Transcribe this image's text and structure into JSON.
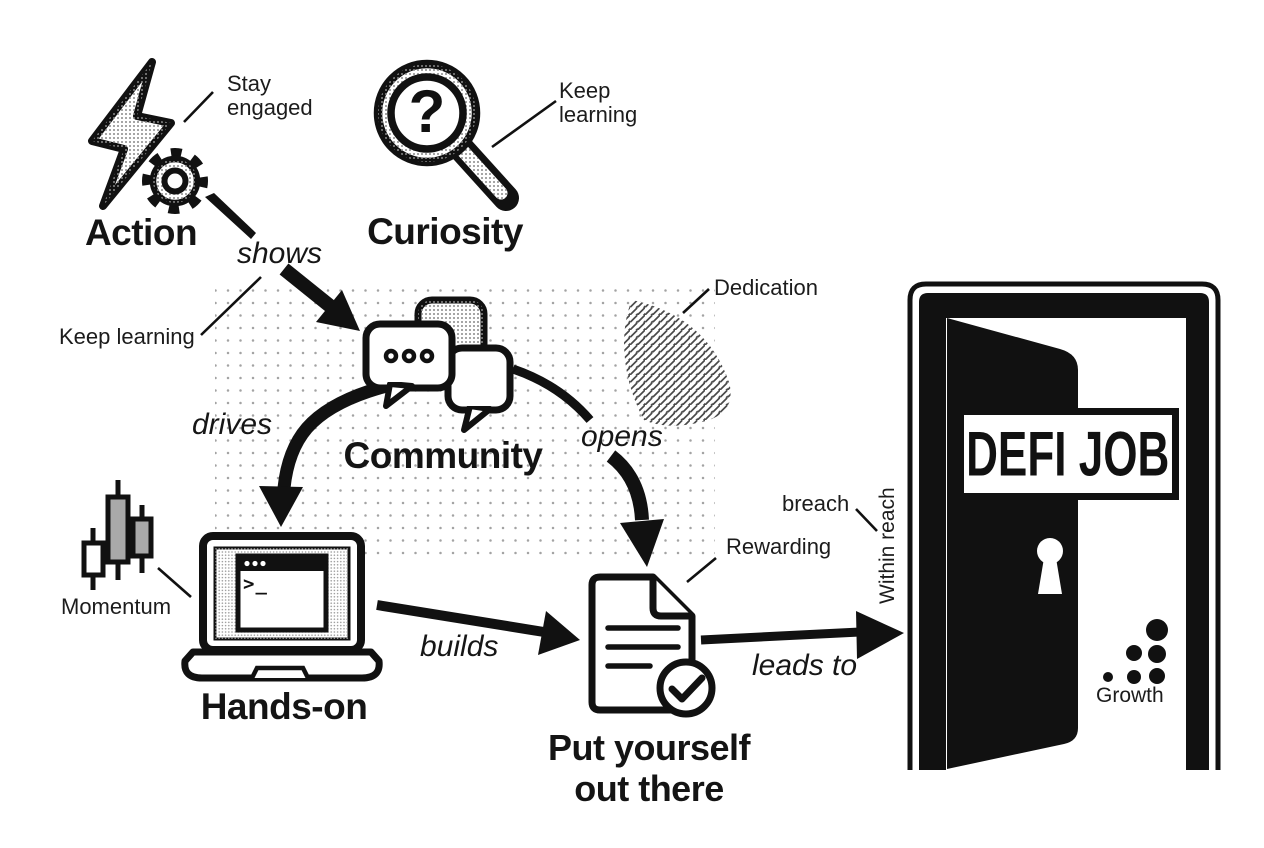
{
  "title": "DeFi job roadmap diagram",
  "diagram": {
    "nodes": {
      "action": {
        "label": "Action"
      },
      "curiosity": {
        "label": "Curiosity"
      },
      "community": {
        "label": "Community"
      },
      "hands_on": {
        "label": "Hands-on"
      },
      "put_yourself_out_there": {
        "label": "Put yourself out there"
      },
      "defi_job": {
        "label": "DEFI JOB"
      }
    },
    "edge_labels": {
      "shows": "shows",
      "drives": "drives",
      "opens": "opens",
      "builds": "builds",
      "leads_to": "leads to"
    },
    "annotations": {
      "stay_engaged": "Stay engaged",
      "keep_learning_top": "Keep learning",
      "keep_learning_left": "Keep learning",
      "dedication": "Dedication",
      "momentum": "Momentum",
      "rewarding": "Rewarding",
      "breach": "breach",
      "within_reach": "Within reach",
      "growth": "Growth"
    },
    "icon_glyphs": {
      "question_mark": "?",
      "terminal_prompt": ">_"
    },
    "icons": [
      "lightning-icon",
      "gear-icon",
      "magnifier-icon",
      "chat-bubbles-icon",
      "candlestick-chart-icon",
      "laptop-terminal-icon",
      "document-check-icon",
      "door-icon",
      "keyhole-icon",
      "growth-dots-icon"
    ],
    "colors": {
      "ink": "#111111",
      "paper": "#ffffff",
      "halftone_dot": "#888888",
      "background_dot": "#a3a3a3",
      "candle_gray": "#a9a9a9"
    }
  }
}
